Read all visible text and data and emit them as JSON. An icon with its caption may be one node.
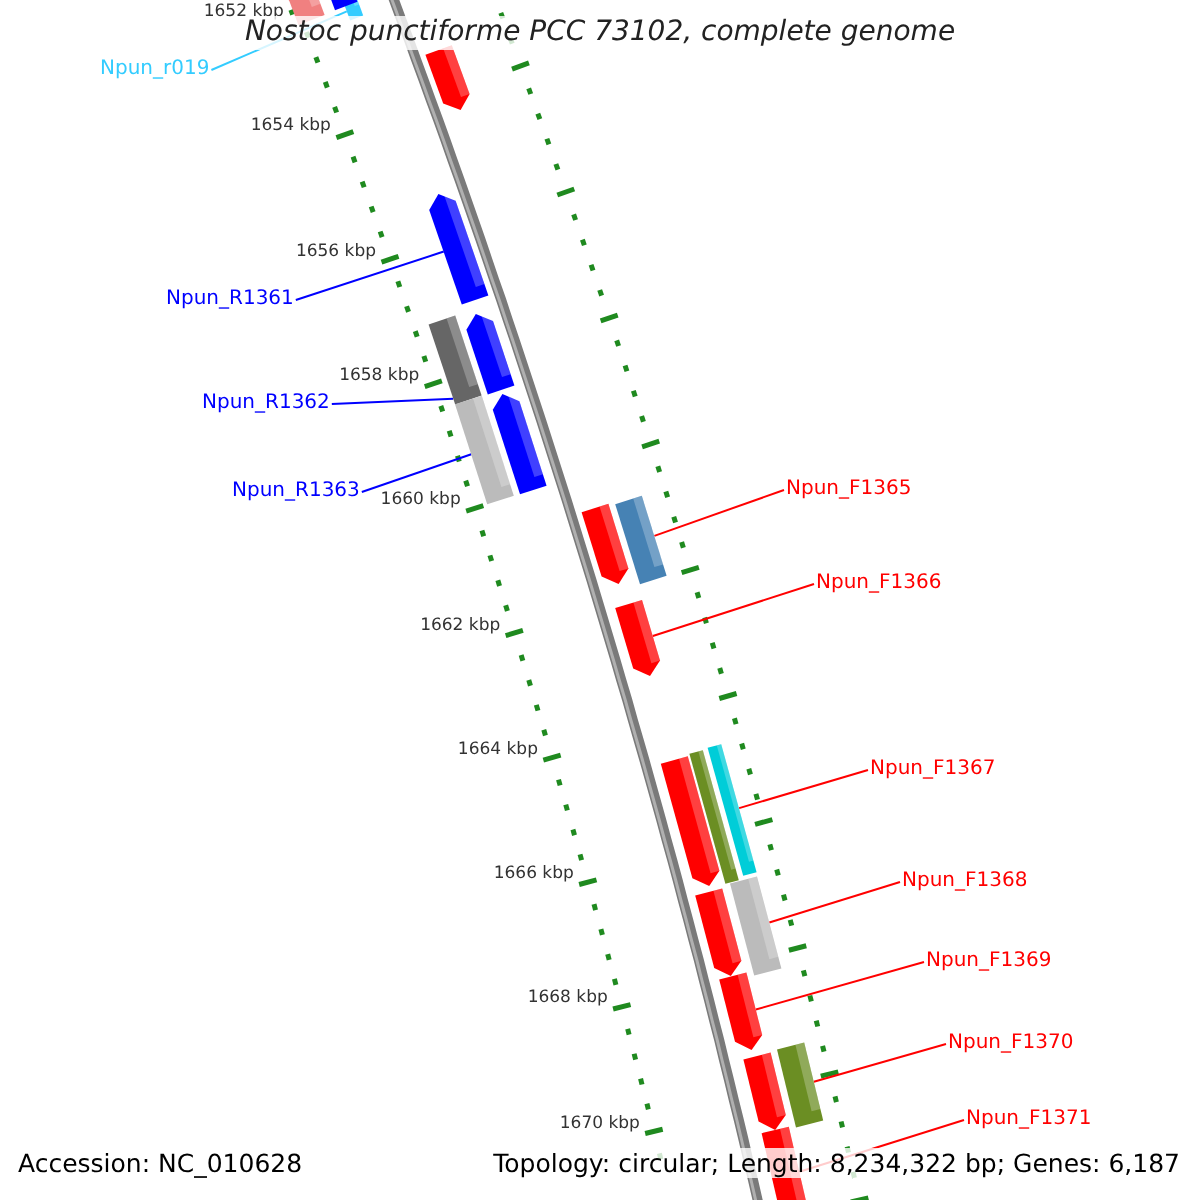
{
  "diagram": {
    "title": "Nostoc punctiforme PCC 73102, complete genome",
    "nodes": [
      {
        "text": [
          "Npun_r019"
        ]
      },
      {
        "text": [],
        "shape": "bar"
      },
      {
        "text": [
          "Npun_R1361"
        ]
      },
      {
        "text": [],
        "shape": "arrow"
      },
      {
        "text": [
          "Npun_R1362"
        ]
      },
      {
        "text": [],
        "shape": "bar"
      },
      {
        "text": [
          "Npun_R1363"
        ]
      },
      {
        "text": [],
        "shape": "bar"
      },
      {
        "text": [
          "Npun_F1365"
        ]
      },
      {
        "text": [],
        "shape": "bar"
      },
      {
        "text": [
          "Npun_F1366"
        ]
      },
      {
        "text": [],
        "shape": "arrow"
      },
      {
        "text": [
          "Npun_F1367"
        ]
      },
      {
        "text": [],
        "shape": "bar"
      },
      {
        "text": [
          "Npun_F1368"
        ]
      },
      {
        "text": [],
        "shape": "bar"
      },
      {
        "text": [
          "Npun_F1369"
        ]
      },
      {
        "text": [],
        "shape": "arrow"
      },
      {
        "text": [
          "Npun_F1370"
        ]
      },
      {
        "text": [],
        "shape": "bar"
      },
      {
        "text": [
          "Npun_F1371"
        ]
      },
      {
        "text": [],
        "shape": "arrow"
      },
      {
        "text": [],
        "shape": "arrow"
      },
      {
        "text": [],
        "shape": "arrow"
      },
      {
        "text": [],
        "shape": "arrow"
      },
      {
        "text": [],
        "shape": "arrow"
      },
      {
        "text": [],
        "shape": "arrow"
      },
      {
        "text": [],
        "shape": "arrow"
      },
      {
        "text": [],
        "shape": "arrow"
      },
      {
        "text": [],
        "shape": "bar"
      },
      {
        "text": [],
        "shape": "arrow"
      },
      {
        "text": [],
        "shape": "arrow"
      }
    ],
    "edges": [
      {
        "from": 0,
        "to": 1,
        "arrow": "none",
        "color": "#33ccff"
      },
      {
        "from": 2,
        "to": 3,
        "arrow": "none",
        "color": "#0000ff"
      },
      {
        "from": 4,
        "to": 5,
        "arrow": "none",
        "color": "#0000ff"
      },
      {
        "from": 6,
        "to": 7,
        "arrow": "none",
        "color": "#0000ff"
      },
      {
        "from": 8,
        "to": 9,
        "arrow": "none"
      },
      {
        "from": 10,
        "to": 11,
        "arrow": "none"
      },
      {
        "from": 12,
        "to": 13,
        "arrow": "none"
      },
      {
        "from": 14,
        "to": 15,
        "arrow": "none"
      },
      {
        "from": 16,
        "to": 17,
        "arrow": "none"
      },
      {
        "from": 18,
        "to": 19,
        "arrow": "none"
      },
      {
        "from": 20,
        "to": 21,
        "arrow": "none"
      }
    ],
    "labels": [
      "1652 kbp",
      "1654 kbp",
      "1656 kbp",
      "1658 kbp",
      "1660 kbp",
      "1662 kbp",
      "1664 kbp",
      "1666 kbp",
      "1668 kbp",
      "1670 kbp",
      "Accession: NC_010628",
      "Topology: circular; Length: 8,234,322 bp; Genes: 6,187"
    ]
  }
}
